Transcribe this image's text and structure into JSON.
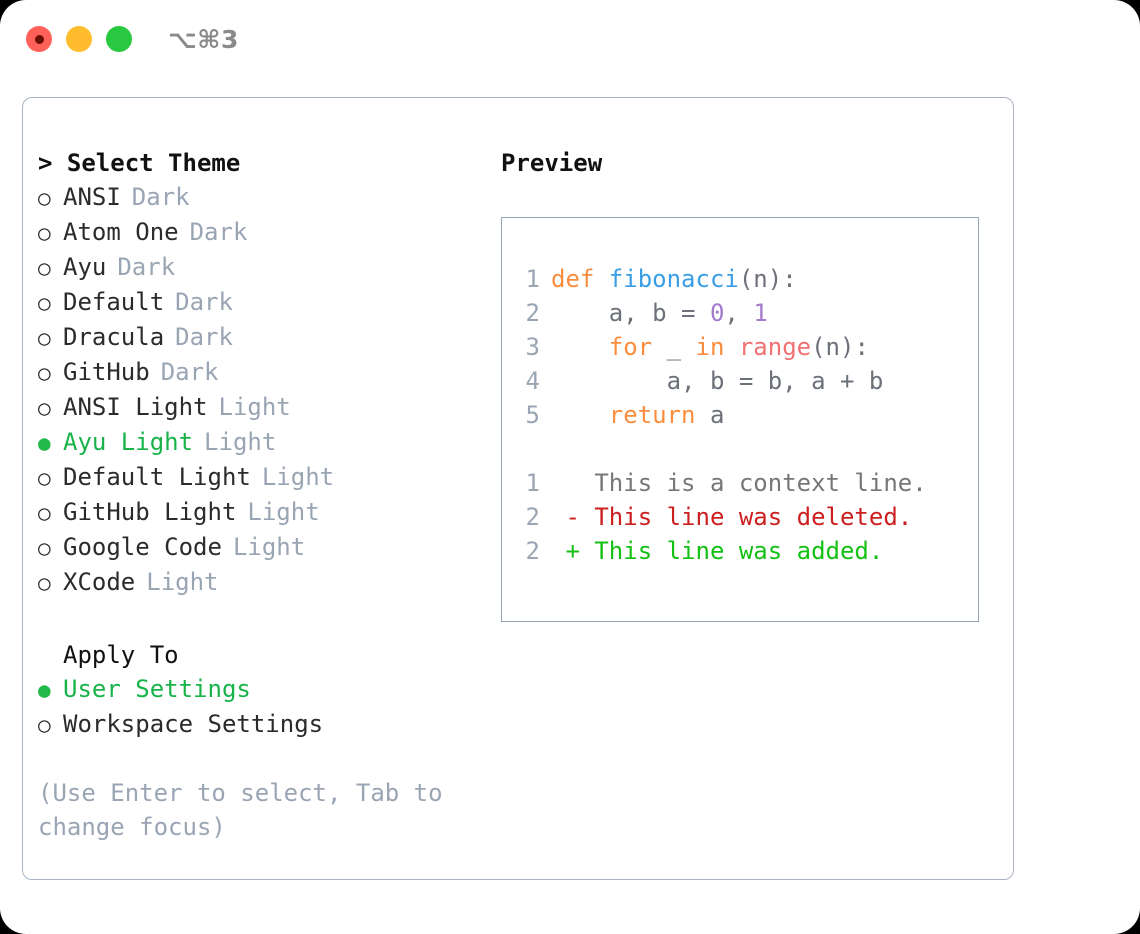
{
  "titlebar": {
    "buttons": [
      {
        "name": "close",
        "color": "#ff6058"
      },
      {
        "name": "minimize",
        "color": "#ffbd2e"
      },
      {
        "name": "maximize",
        "color": "#28c840"
      }
    ],
    "shortcut": "⌥⌘3"
  },
  "theme_picker": {
    "heading": "> Select Theme",
    "selected_marker": "●",
    "unselected_marker": "○",
    "accent_color": "#19b34a",
    "options": [
      {
        "marker": "○",
        "label": "ANSI",
        "variant": "Dark",
        "selected": false
      },
      {
        "marker": "○",
        "label": "Atom One",
        "variant": "Dark",
        "selected": false
      },
      {
        "marker": "○",
        "label": "Ayu",
        "variant": "Dark",
        "selected": false
      },
      {
        "marker": "○",
        "label": "Default",
        "variant": "Dark",
        "selected": false
      },
      {
        "marker": "○",
        "label": "Dracula",
        "variant": "Dark",
        "selected": false
      },
      {
        "marker": "○",
        "label": "GitHub",
        "variant": "Dark",
        "selected": false
      },
      {
        "marker": "○",
        "label": "ANSI Light",
        "variant": "Light",
        "selected": false
      },
      {
        "marker": "●",
        "label": "Ayu Light",
        "variant": "Light",
        "selected": true
      },
      {
        "marker": "○",
        "label": "Default Light",
        "variant": "Light",
        "selected": false
      },
      {
        "marker": "○",
        "label": "GitHub Light",
        "variant": "Light",
        "selected": false
      },
      {
        "marker": "○",
        "label": "Google Code",
        "variant": "Light",
        "selected": false
      },
      {
        "marker": "○",
        "label": "XCode",
        "variant": "Light",
        "selected": false
      }
    ]
  },
  "apply_to": {
    "heading": "Apply To",
    "options": [
      {
        "marker": "●",
        "label": "User Settings",
        "selected": true
      },
      {
        "marker": "○",
        "label": "Workspace Settings",
        "selected": false
      }
    ]
  },
  "hint": "(Use Enter to select, Tab to change focus)",
  "preview": {
    "title": "Preview",
    "code_lines": [
      {
        "lineno": "1",
        "tokens": [
          {
            "text": "def ",
            "type": "kw"
          },
          {
            "text": "fibonacci",
            "type": "func"
          },
          {
            "text": "(n):",
            "type": "punc"
          }
        ]
      },
      {
        "lineno": "2",
        "tokens": [
          {
            "text": "    a, b = ",
            "type": "plain"
          },
          {
            "text": "0",
            "type": "num"
          },
          {
            "text": ", ",
            "type": "punc"
          },
          {
            "text": "1",
            "type": "num"
          }
        ]
      },
      {
        "lineno": "3",
        "tokens": [
          {
            "text": "    for ",
            "type": "kw"
          },
          {
            "text": "_ ",
            "type": "plain"
          },
          {
            "text": "in ",
            "type": "kw"
          },
          {
            "text": "range",
            "type": "call"
          },
          {
            "text": "(n):",
            "type": "punc"
          }
        ]
      },
      {
        "lineno": "4",
        "tokens": [
          {
            "text": "        a, b = b, a + b",
            "type": "plain"
          }
        ]
      },
      {
        "lineno": "5",
        "tokens": [
          {
            "text": "    return ",
            "type": "kw"
          },
          {
            "text": "a",
            "type": "plain"
          }
        ]
      },
      {
        "lineno": "",
        "blank": true,
        "tokens": []
      },
      {
        "lineno": "1",
        "tokens": [
          {
            "text": "   This is a context line.",
            "type": "ctx"
          }
        ]
      },
      {
        "lineno": "2",
        "tokens": [
          {
            "text": " - This line was deleted.",
            "type": "del"
          }
        ]
      },
      {
        "lineno": "2",
        "tokens": [
          {
            "text": " + This line was added.",
            "type": "add"
          }
        ]
      }
    ]
  }
}
